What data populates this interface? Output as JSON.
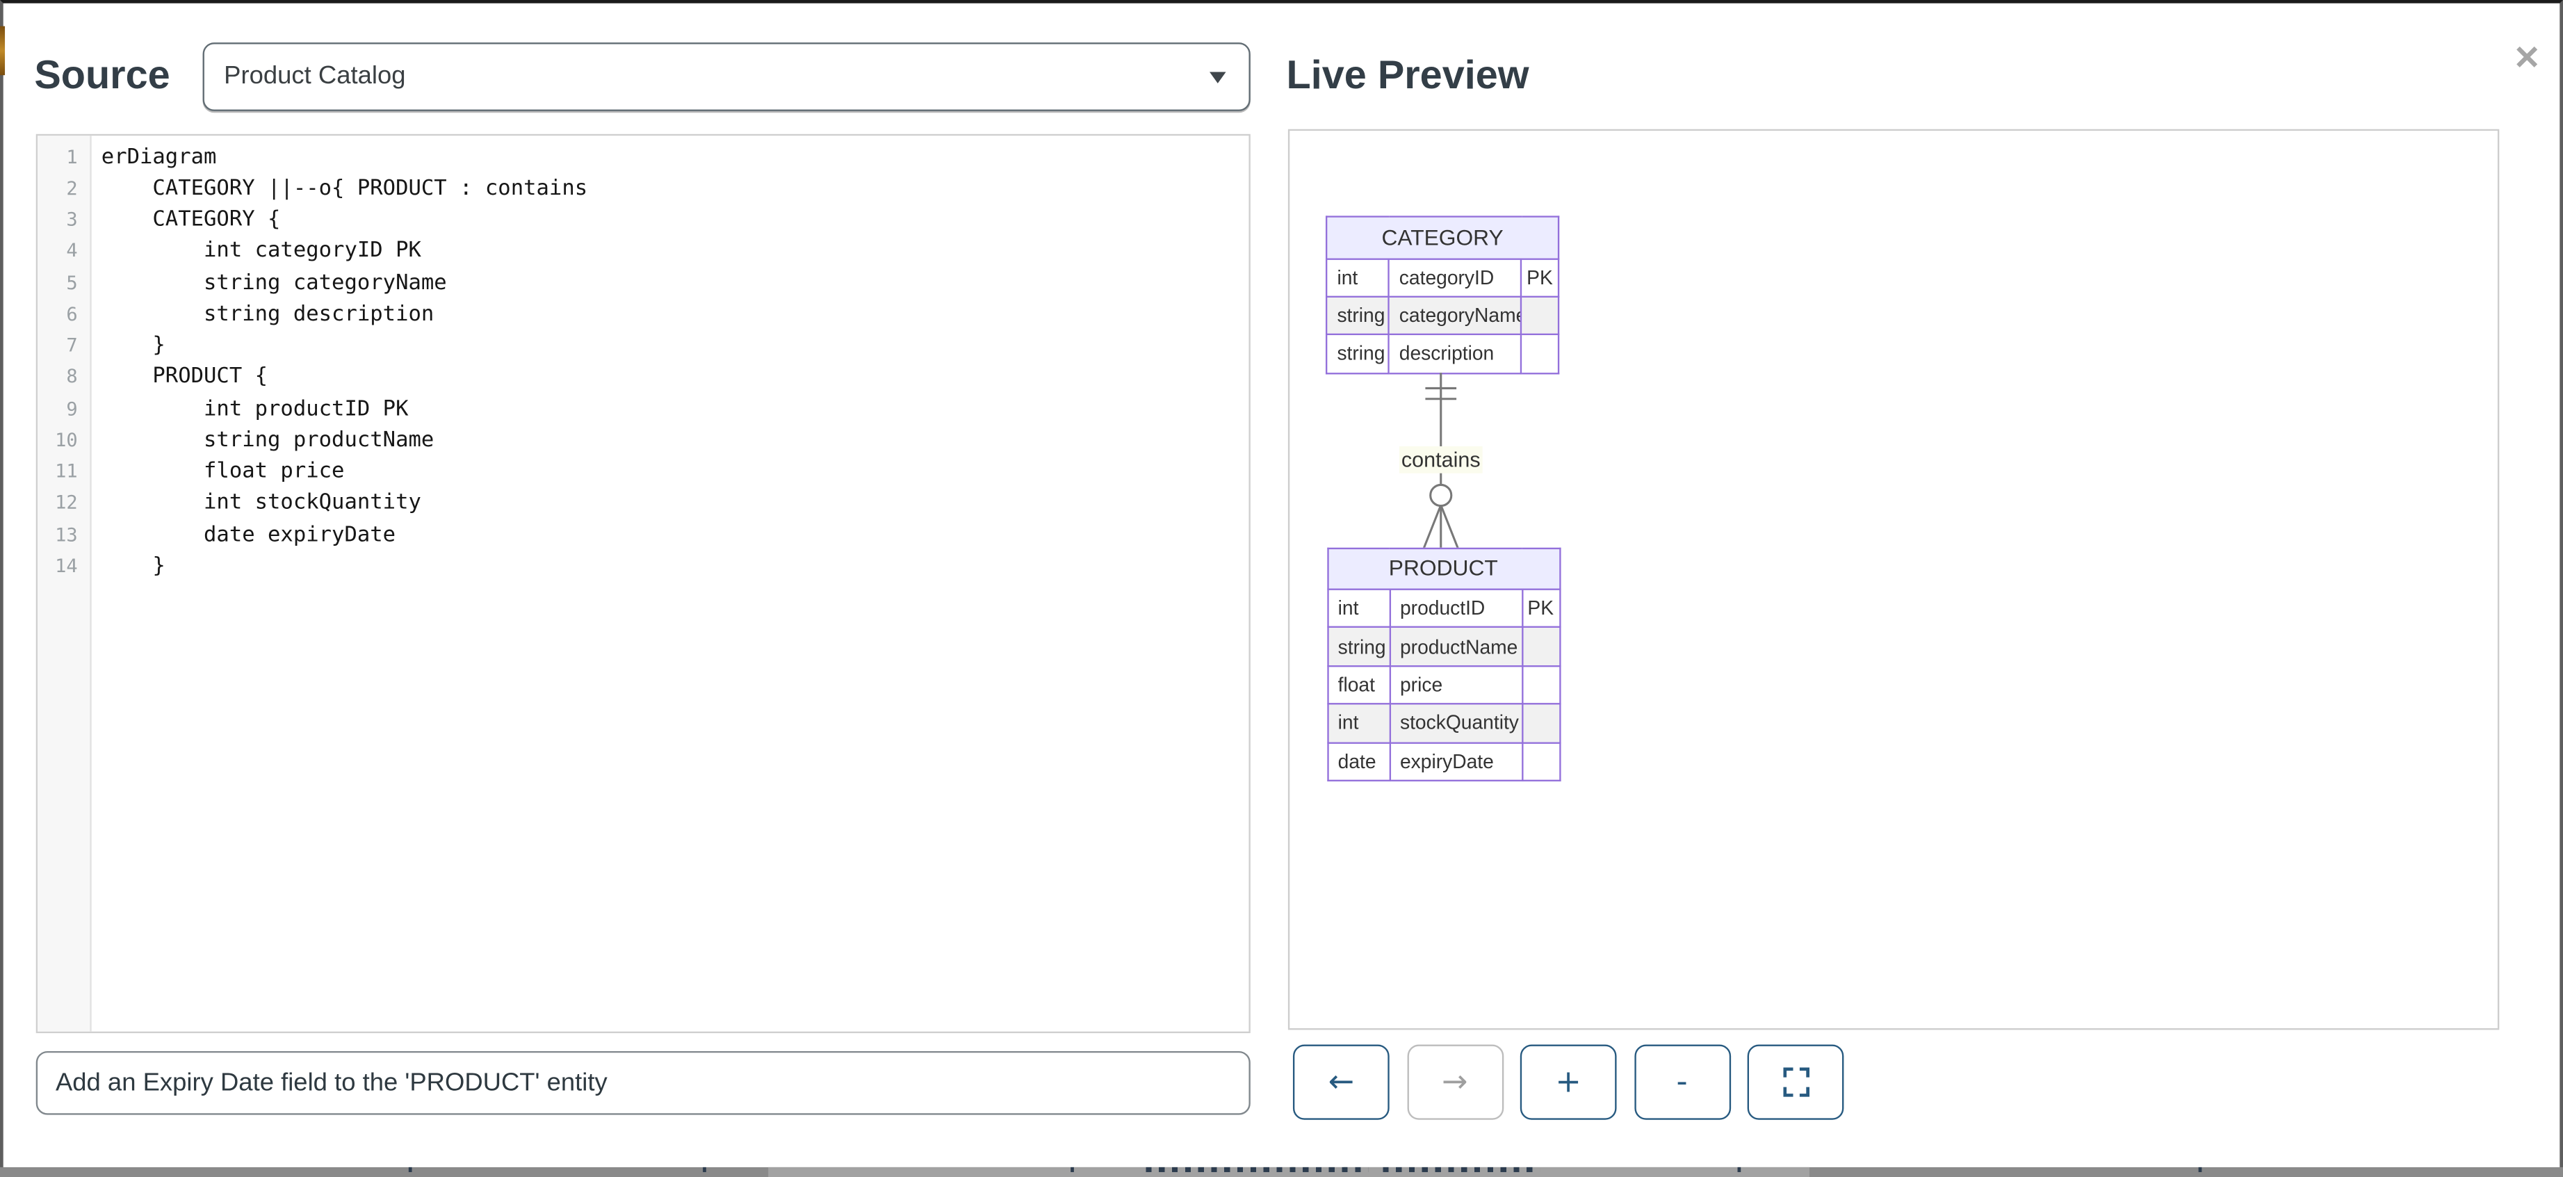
{
  "modal": {
    "close_icon": "✕"
  },
  "source_panel": {
    "title": "Source",
    "diagram_select": {
      "value": "Product Catalog"
    },
    "editor": {
      "lines": [
        {
          "n": "1",
          "text": "erDiagram"
        },
        {
          "n": "2",
          "text": "    CATEGORY ||--o{ PRODUCT : contains"
        },
        {
          "n": "3",
          "text": "    CATEGORY {"
        },
        {
          "n": "4",
          "text": "        int categoryID PK"
        },
        {
          "n": "5",
          "text": "        string categoryName"
        },
        {
          "n": "6",
          "text": "        string description"
        },
        {
          "n": "7",
          "text": "    }"
        },
        {
          "n": "8",
          "text": "    PRODUCT {"
        },
        {
          "n": "9",
          "text": "        int productID PK"
        },
        {
          "n": "10",
          "text": "        string productName"
        },
        {
          "n": "11",
          "text": "        float price"
        },
        {
          "n": "12",
          "text": "        int stockQuantity"
        },
        {
          "n": "13",
          "text": "        date expiryDate"
        },
        {
          "n": "14",
          "text": "    }"
        }
      ]
    },
    "prompt_input": {
      "value": "Add an Expiry Date field to the 'PRODUCT' entity"
    }
  },
  "preview_panel": {
    "title": "Live Preview",
    "diagram": {
      "type": "er-diagram",
      "entities": [
        {
          "name": "CATEGORY",
          "rows": [
            {
              "type": "int",
              "attr": "categoryID",
              "key": "PK"
            },
            {
              "type": "string",
              "attr": "categoryName",
              "key": ""
            },
            {
              "type": "string",
              "attr": "description",
              "key": ""
            }
          ]
        },
        {
          "name": "PRODUCT",
          "rows": [
            {
              "type": "int",
              "attr": "productID",
              "key": "PK"
            },
            {
              "type": "string",
              "attr": "productName",
              "key": ""
            },
            {
              "type": "float",
              "attr": "price",
              "key": ""
            },
            {
              "type": "int",
              "attr": "stockQuantity",
              "key": ""
            },
            {
              "type": "date",
              "attr": "expiryDate",
              "key": ""
            }
          ]
        }
      ],
      "relationship": {
        "from": "CATEGORY",
        "to": "PRODUCT",
        "label": "contains",
        "cardinality": "||--o{"
      }
    },
    "toolbar": {
      "undo_label": "←",
      "redo_label": "→",
      "zoom_in_label": "+",
      "zoom_out_label": "-"
    }
  },
  "colors": {
    "entity_border": "#9370DB",
    "entity_header_bg": "#ECECFF",
    "entity_row_alt_bg": "#f1f1f1",
    "relationship_line": "#787878",
    "relationship_label_bg": "#fbfcee",
    "button_accent": "#275a80",
    "title_text": "#333e47"
  }
}
